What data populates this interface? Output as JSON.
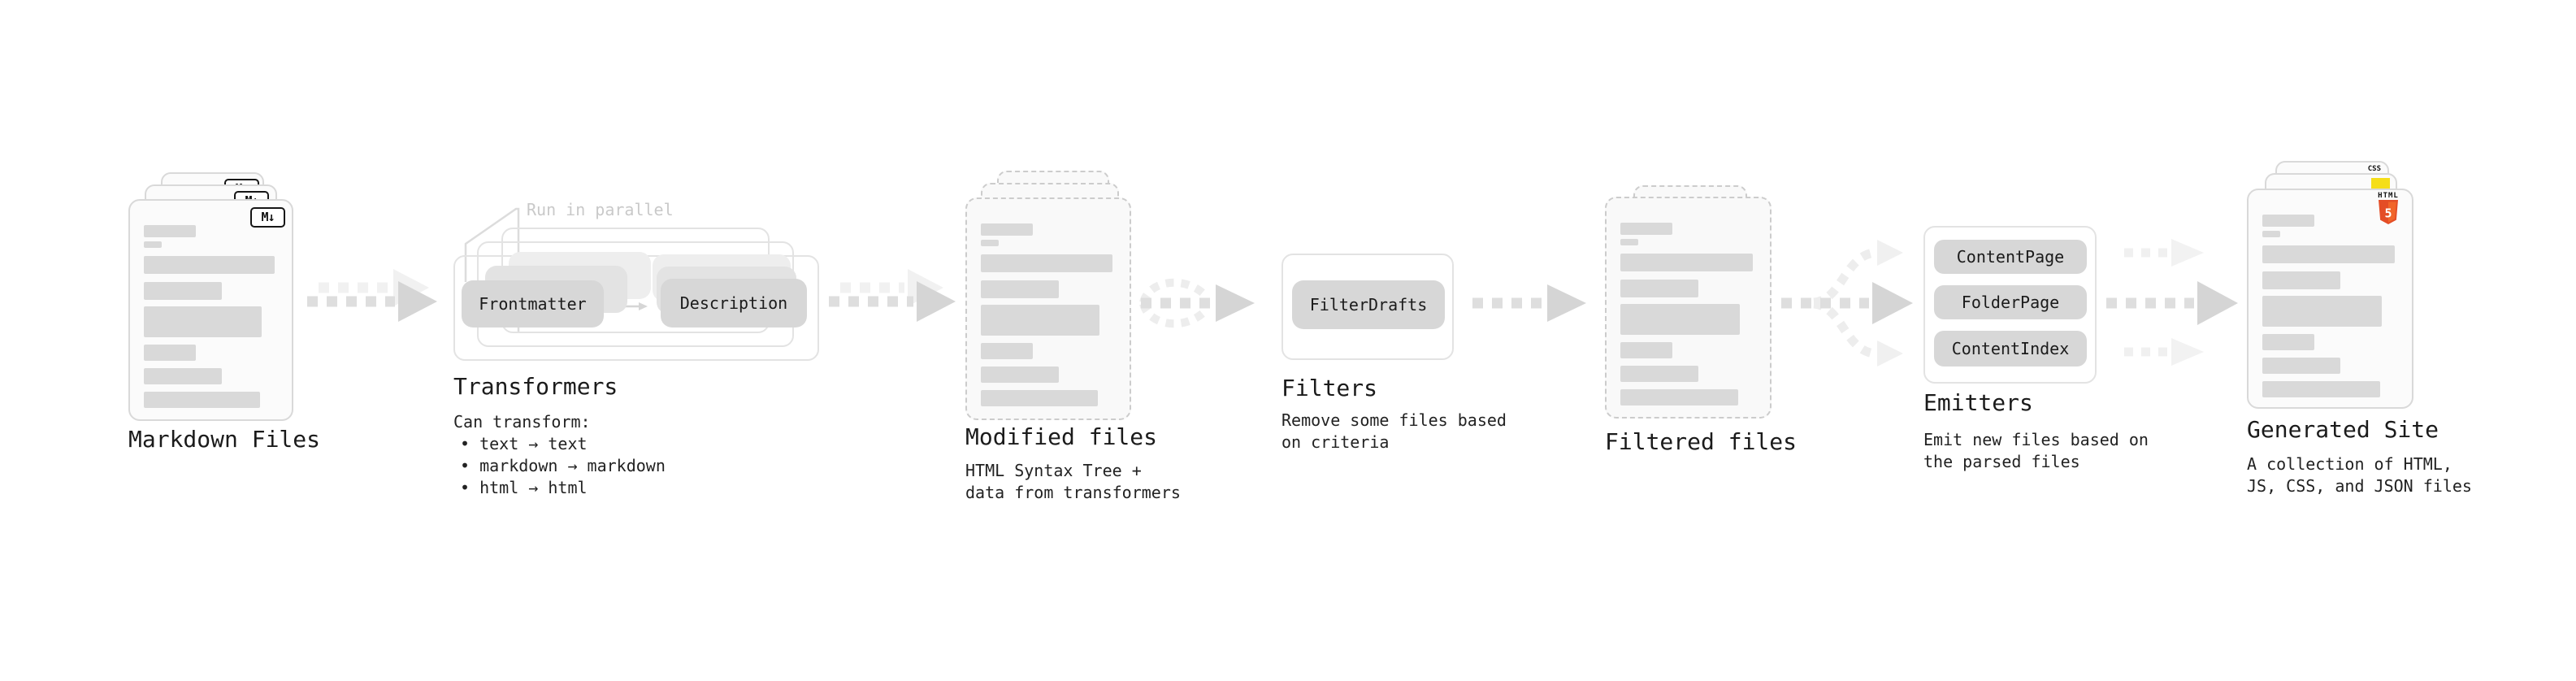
{
  "stages": {
    "markdown_files": {
      "label": "Markdown Files",
      "badge": "M↓"
    },
    "transformers": {
      "label": "Transformers",
      "annotation": "Run in parallel",
      "pill_frontmatter": "Frontmatter",
      "pill_description": "Description",
      "caption_heading": "Can transform:",
      "bullet_1": "• text → text",
      "bullet_2": "• markdown → markdown",
      "bullet_3": "• html → html"
    },
    "modified_files": {
      "label": "Modified files",
      "caption": "HTML Syntax Tree +\ndata from transformers"
    },
    "filters": {
      "label": "Filters",
      "pill_filterdrafts": "FilterDrafts",
      "caption": "Remove some files based\non criteria"
    },
    "filtered_files": {
      "label": "Filtered files"
    },
    "emitters": {
      "label": "Emitters",
      "pill_contentpage": "ContentPage",
      "pill_folderpage": "FolderPage",
      "pill_contentindex": "ContentIndex",
      "caption": "Emit new files based on\nthe parsed files"
    },
    "generated_site": {
      "label": "Generated Site",
      "caption": "A collection of HTML,\nJS, CSS, and JSON files",
      "badge_css": "CSS",
      "badge_html": "HTML",
      "badge_html5_number": "5"
    }
  },
  "colors": {
    "ink": "#1b1b1b",
    "placeholder_bar_gray": "#d9d9d9",
    "pill_gray": "#d7d7d7",
    "annotation_gray": "#c9c9c9",
    "arrow_dark_gray": "#dedede",
    "arrow_light_gray": "#f0f0f0",
    "html5_orange": "#e44d26",
    "html5_orange_light": "#f16529",
    "js_yellow": "#f5de19",
    "css_blue": "#2962ff"
  }
}
